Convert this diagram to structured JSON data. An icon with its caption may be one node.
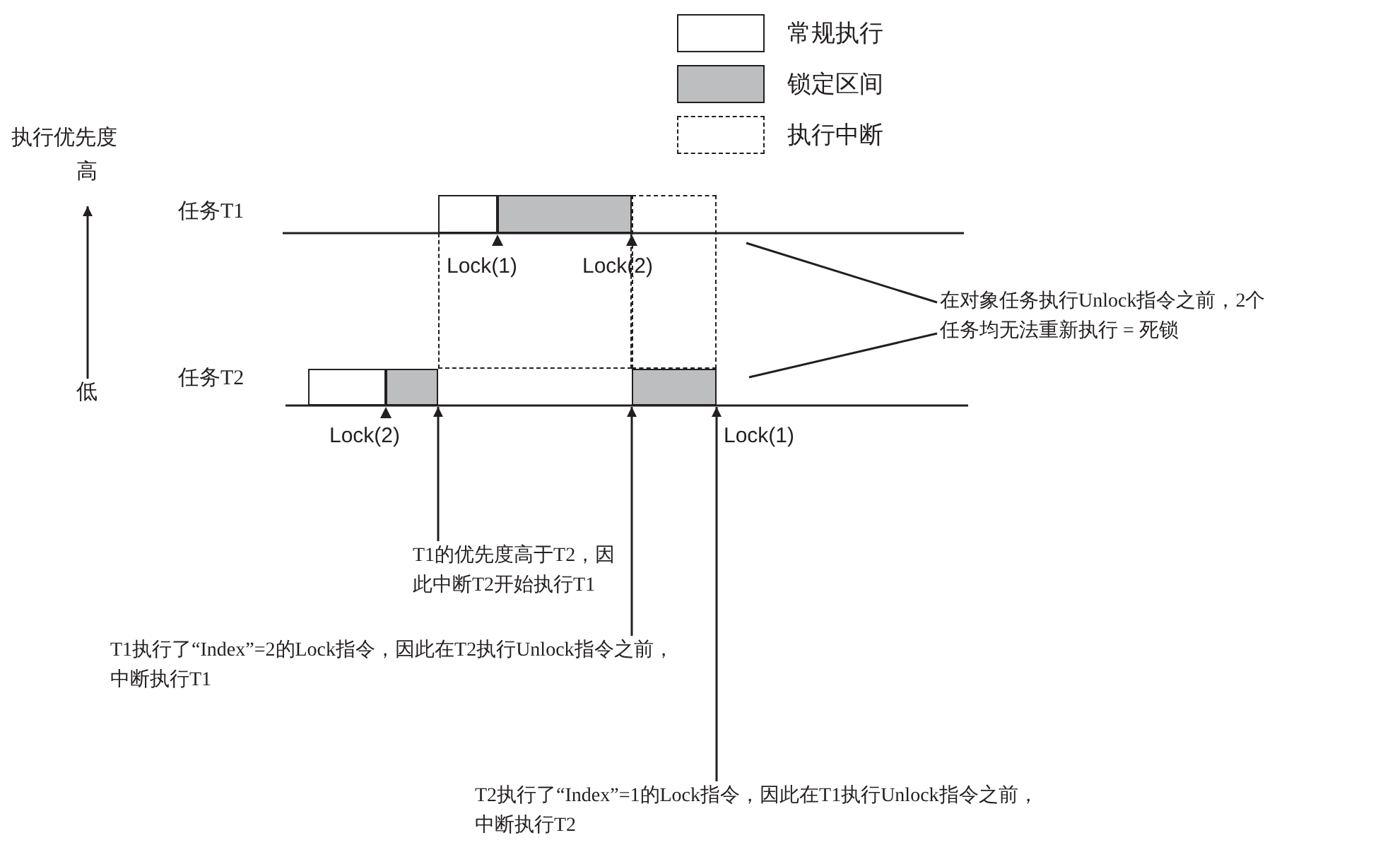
{
  "diagram": {
    "nodes": [
      {
        "text": [],
        "shape": "box"
      },
      {
        "text": [],
        "shape": "box"
      },
      {
        "text": [],
        "shape": "box"
      },
      {
        "text": [],
        "shape": "box"
      },
      {
        "text": [],
        "shape": "box"
      },
      {
        "text": [],
        "shape": "box"
      },
      {
        "text": [],
        "shape": "box"
      },
      {
        "text": [
          "T1的优先度高于T2，因此中断T2开始执行T1"
        ]
      },
      {
        "text": [
          "T1执行了“Index”=2的Lock指令，因此在T2执行Unlock指令之前，中断执行T1"
        ]
      },
      {
        "text": [
          "T2执行了“Index”=1的Lock指令，因此在T1执行Unlock指令之前，中断执行T2"
        ]
      },
      {
        "text": [
          "在对象任务执行Unlock指令之前，2个任务均无法重新执行 = 死锁"
        ]
      }
    ],
    "edges": [
      {
        "from": 7,
        "to": 4,
        "arrow": "to"
      },
      {
        "from": 8,
        "to": 6,
        "arrow": "to"
      },
      {
        "from": 9,
        "to": 6,
        "arrow": "to"
      },
      {
        "from": 10,
        "to": null,
        "arrow": "none"
      },
      {
        "from": 10,
        "to": null,
        "arrow": "none"
      }
    ],
    "labels": [
      "执行优先度",
      "高",
      "任务T1",
      "Lock(1)",
      "Lock(2)",
      "低",
      "任务T2",
      "Lock(2)",
      "Lock(1)"
    ],
    "legend": [
      {
        "text": "常规执行",
        "color": "#ffffff"
      },
      {
        "text": "锁定区间",
        "color": "#bcbec0"
      },
      {
        "text": "执行中断"
      }
    ]
  }
}
